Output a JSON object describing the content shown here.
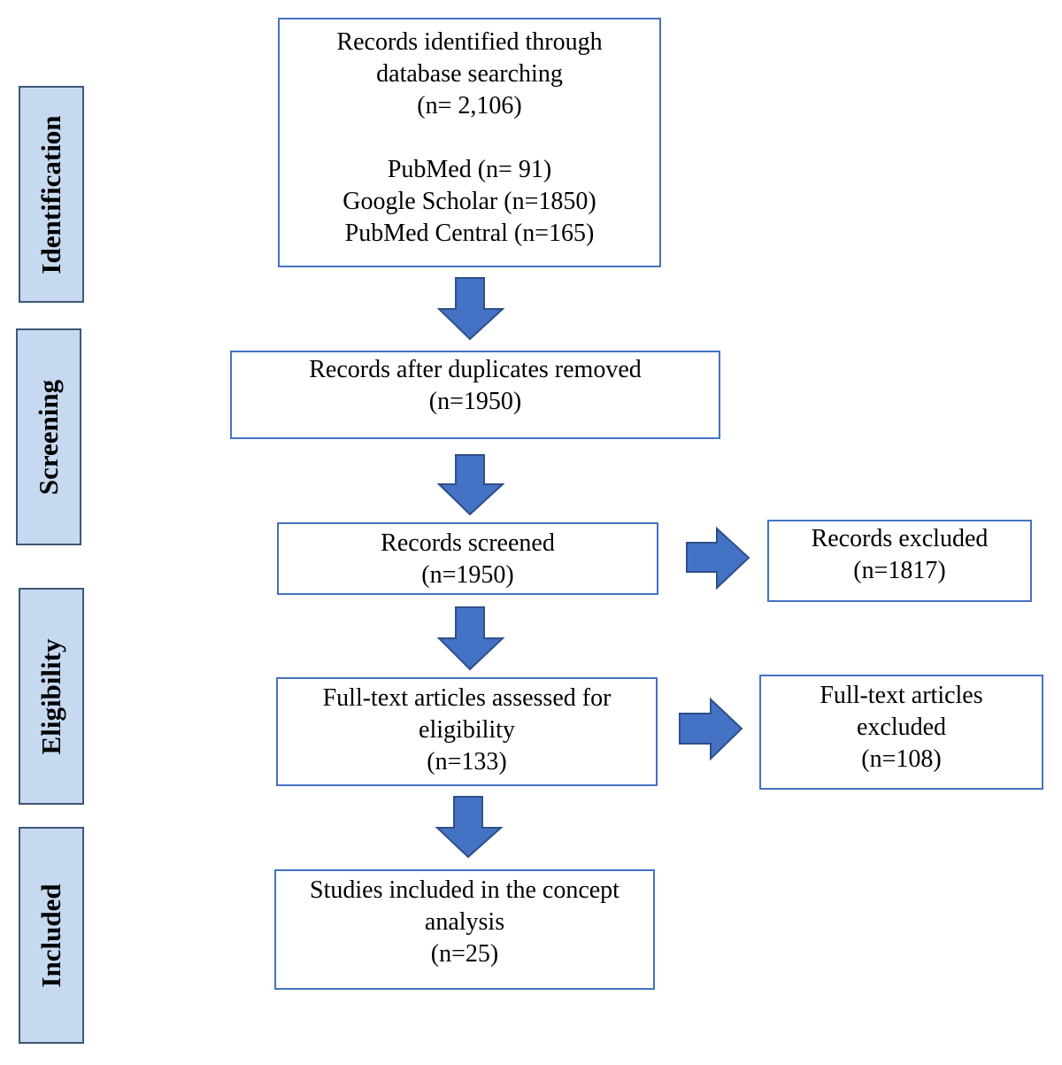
{
  "stages": [
    {
      "id": "identification",
      "label": "Identification"
    },
    {
      "id": "screening",
      "label": "Screening"
    },
    {
      "id": "eligibility",
      "label": "Eligibility"
    },
    {
      "id": "included",
      "label": "Included"
    }
  ],
  "boxes": {
    "identified": {
      "line1": "Records identified through",
      "line2": "database searching",
      "count": "(n= 2,106)",
      "sources": [
        "PubMed (n= 91)",
        "Google Scholar (n=1850)",
        "PubMed Central (n=165)"
      ]
    },
    "duplicates_removed": {
      "line1": "Records after duplicates removed",
      "count": "(n=1950)"
    },
    "screened": {
      "line1": "Records screened",
      "count": "(n=1950)"
    },
    "records_excluded": {
      "line1": "Records excluded",
      "count": "(n=1817)"
    },
    "fulltext_assessed": {
      "line1": "Full-text articles assessed for",
      "line2": "eligibility",
      "count": "(n=133)"
    },
    "fulltext_excluded": {
      "line1": "Full-text articles",
      "line2": "excluded",
      "count": "(n=108)"
    },
    "included": {
      "line1": "Studies included in the concept",
      "line2": "analysis",
      "count": "(n=25)"
    }
  },
  "colors": {
    "stage_fill": "#c6d9f0",
    "stage_border": "#3e5675",
    "box_border": "#4472c4",
    "arrow_fill": "#4472c4",
    "arrow_stroke": "#2f4f8a"
  }
}
